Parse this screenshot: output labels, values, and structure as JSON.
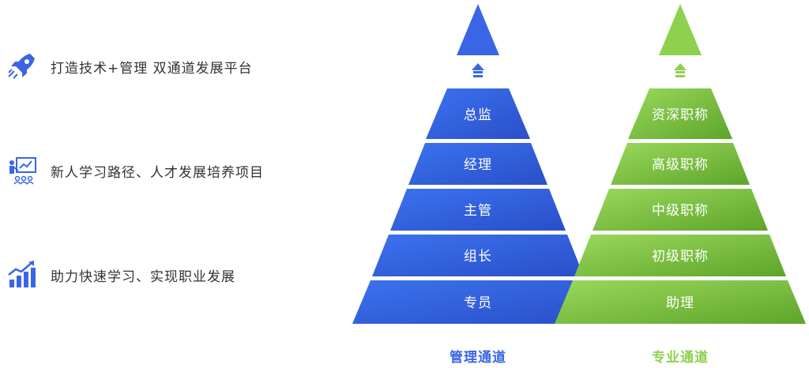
{
  "features": [
    {
      "icon": "rocket-icon",
      "text": "打造技术+管理 双通道发展平台"
    },
    {
      "icon": "training-presentation-icon",
      "text": "新人学习路径、人才发展培养项目"
    },
    {
      "icon": "growth-chart-icon",
      "text": "助力快速学习、实现职业发展"
    }
  ],
  "management_track": {
    "label": "管理通道",
    "levels": [
      "总监",
      "经理",
      "主管",
      "组长",
      "专员"
    ],
    "color": "#3a66e6"
  },
  "professional_track": {
    "label": "专业通道",
    "levels": [
      "资深职称",
      "高级职称",
      "中级职称",
      "初级职称",
      "助理"
    ],
    "color": "#8ed14e"
  },
  "icon_color": "#3a66e6"
}
